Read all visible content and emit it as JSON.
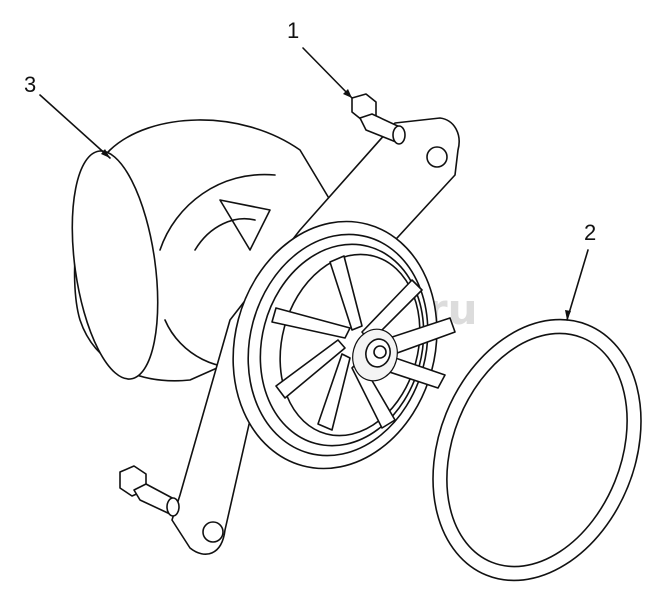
{
  "watermark": "autopiter.ru",
  "callouts": [
    {
      "id": "1",
      "label": "1"
    },
    {
      "id": "2",
      "label": "2"
    },
    {
      "id": "3",
      "label": "3"
    }
  ]
}
